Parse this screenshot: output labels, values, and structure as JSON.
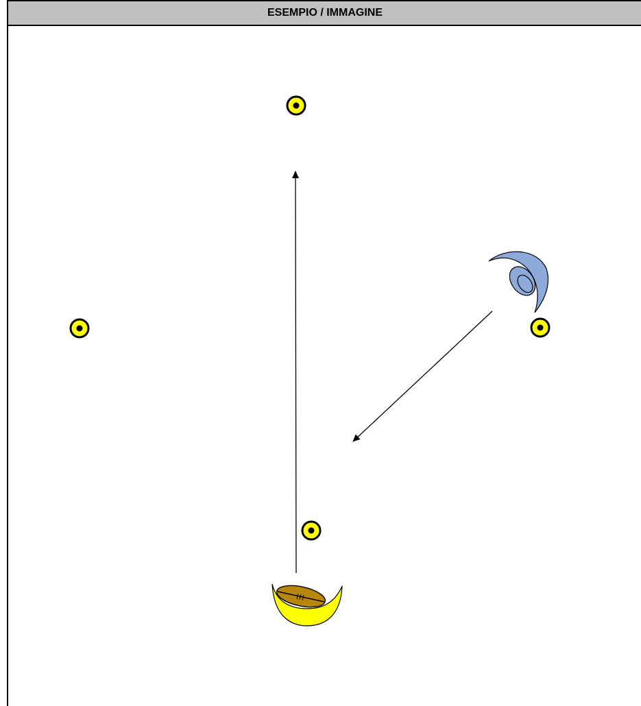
{
  "header": {
    "title": "ESEMPIO / IMMAGINE"
  },
  "colors": {
    "header_bg": "#c0c0c0",
    "cone_fill": "#ffff00",
    "attacker_fill": "#ffff00",
    "defender_fill": "#8eaadb",
    "ball_fill": "#b8860b",
    "line": "#000000"
  },
  "diagram": {
    "cones": [
      "cone-top",
      "cone-left",
      "cone-right",
      "cone-bottom"
    ],
    "players": {
      "attacker": {
        "role": "attacker-with-ball",
        "icon": "yellow-crescent-player"
      },
      "defender": {
        "role": "defender",
        "icon": "blue-crescent-player"
      }
    },
    "arrows": [
      "run-arrow-vertical",
      "defender-arrow-diagonal"
    ]
  }
}
